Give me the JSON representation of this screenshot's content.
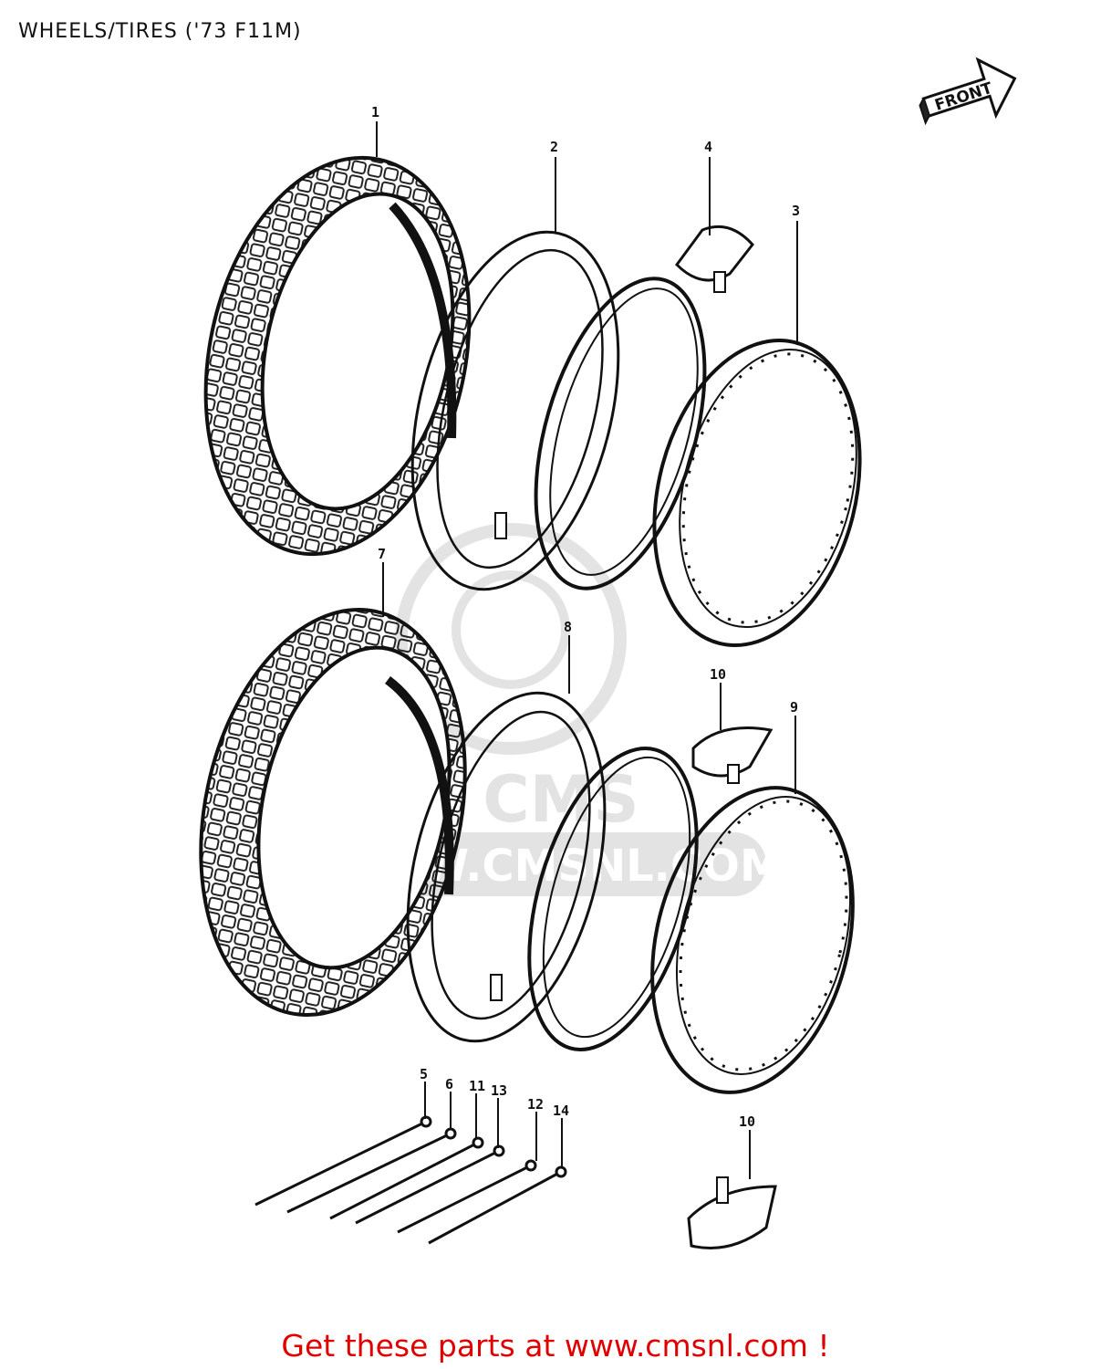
{
  "title": "WHEELS/TIRES ('73 F11M)",
  "front_label": "FRONT",
  "watermark": {
    "logo_text": "CMS",
    "url_text": "WWW.CMSNL.COM"
  },
  "callouts": [
    "1",
    "2",
    "3",
    "4",
    "5",
    "6",
    "7",
    "8",
    "9",
    "10",
    "10",
    "11",
    "12",
    "13",
    "14"
  ],
  "footer": {
    "link_text": "Get these parts at www.cmsnl.com !",
    "color": "#e00000"
  }
}
